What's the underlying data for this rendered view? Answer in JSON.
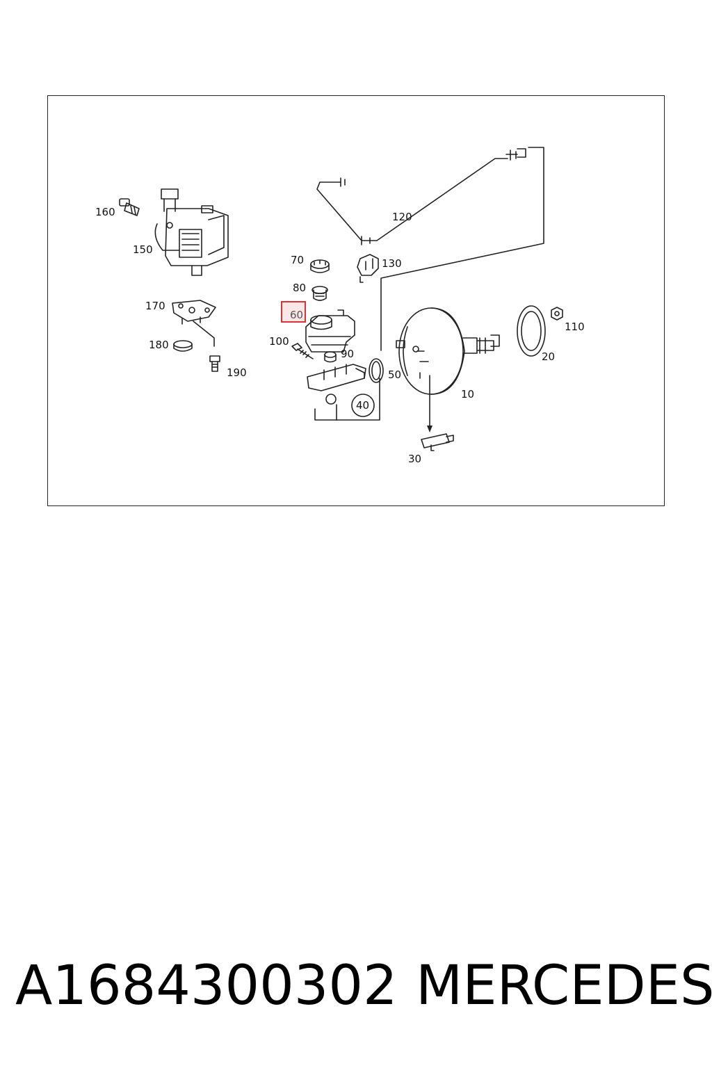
{
  "diagram": {
    "labels": {
      "l10": "10",
      "l20": "20",
      "l30": "30",
      "l40": "40",
      "l50": "50",
      "l60": "60",
      "l70": "70",
      "l80": "80",
      "l90": "90",
      "l100": "100",
      "l110": "110",
      "l120": "120",
      "l130": "130",
      "l150": "150",
      "l160": "160",
      "l170": "170",
      "l180": "180",
      "l190": "190"
    },
    "highlighted_part": "60",
    "highlight_color": "#d8333a"
  },
  "footer": {
    "part_number": "A1684300302",
    "brand": "MERCEDES"
  }
}
